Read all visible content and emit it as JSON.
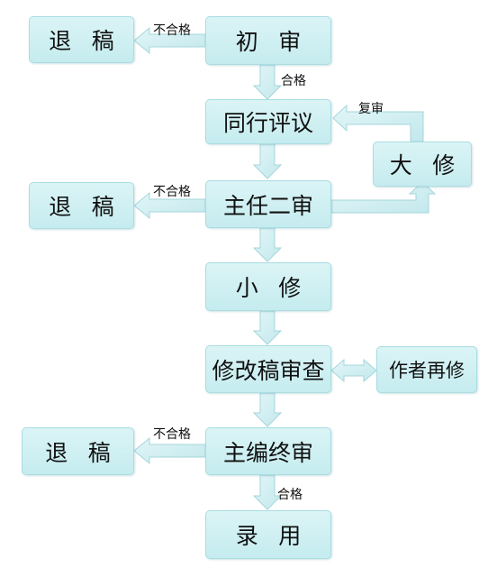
{
  "nodes": {
    "initial_review": "初审",
    "reject_1": "退稿",
    "peer_review": "同行评议",
    "major_revision": "大修",
    "second_review": "主任二审",
    "reject_2": "退稿",
    "minor_revision": "小修",
    "revision_check": "修改稿审查",
    "author_revise": "作者再修",
    "final_review": "主编终审",
    "reject_3": "退稿",
    "accept": "录用"
  },
  "edges": {
    "fail_1": "不合格",
    "pass_1": "合格",
    "re_review": "复审",
    "fail_2": "不合格",
    "fail_3": "不合格",
    "pass_2": "合格"
  },
  "colors": {
    "box_fill": "#d2f1f3",
    "box_border": "#a9dde2",
    "arrow_fill": "#cdecef",
    "arrow_stroke": "#a4d6db"
  }
}
